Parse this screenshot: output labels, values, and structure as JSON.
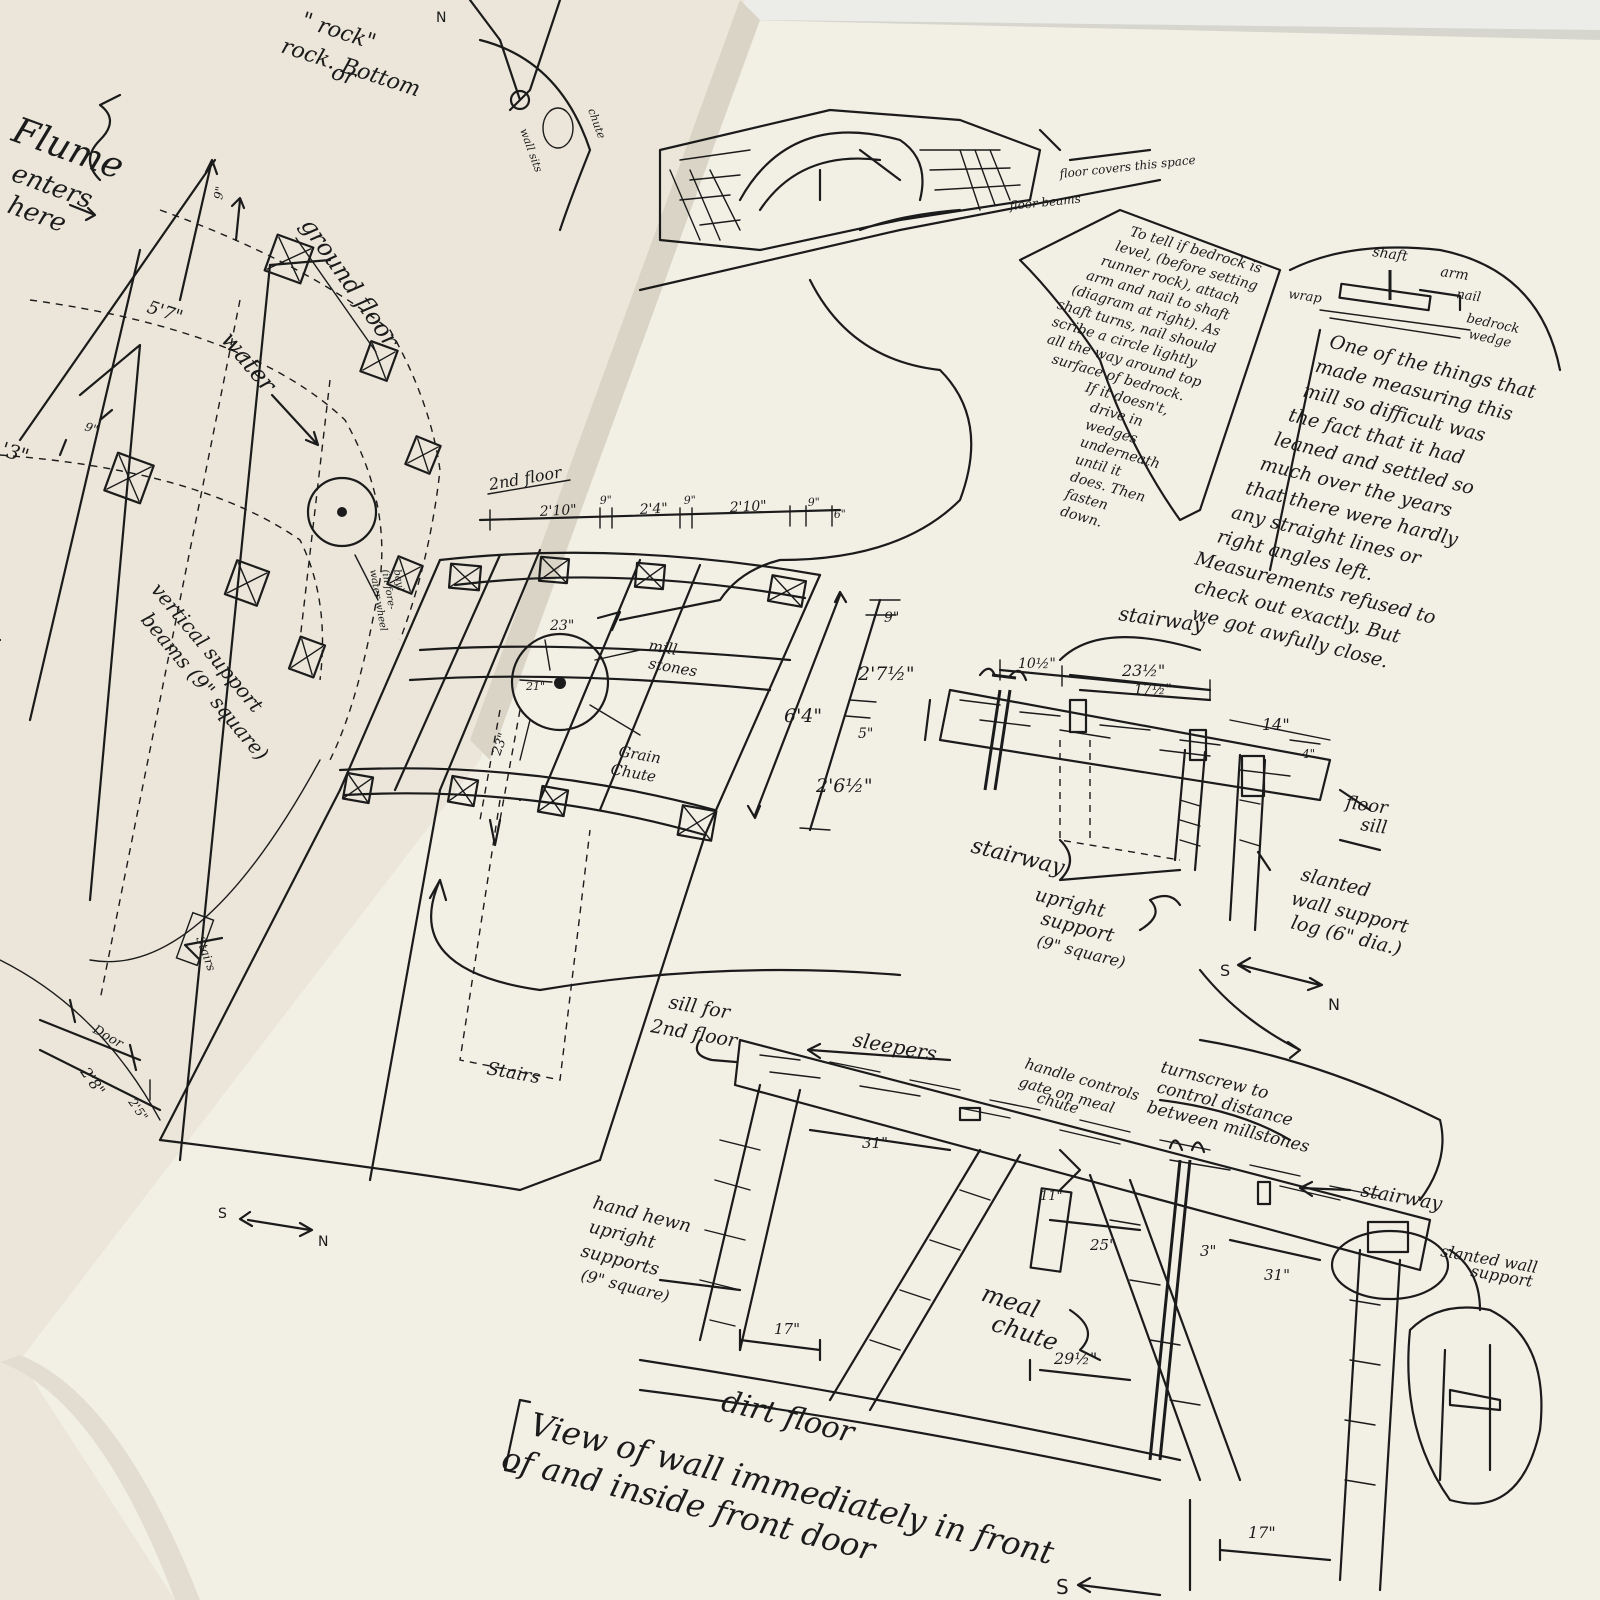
{
  "left_page": {
    "top_notes": [
      "\" rock\"",
      "rock. Bottom",
      "or"
    ],
    "flume_label": "Flume",
    "flume_sub": [
      "enters",
      "here"
    ],
    "ground_floor": "ground floor",
    "water": "water",
    "dim_9a": "9\"",
    "dim_57": "5'7\"",
    "dim_9b": "9\"",
    "dim_3": "'3\"",
    "waterwheel_note": [
      "water wheel",
      "(in fore-",
      "bay)"
    ],
    "beams_label": [
      "vertical support",
      "beams (9\" square)"
    ],
    "stairs": "Stairs",
    "door": "Door",
    "dim_28": "2'8\"",
    "dim_25": "2'5\""
  },
  "top_sketch": {
    "notes": [
      "floor covers this space",
      "floor beams"
    ],
    "bedrock_note": [
      "To tell if bedrock is",
      "level, (before setting",
      "runner rock), attach",
      "arm and nail to shaft",
      "(diagram at right). As",
      "shaft turns, nail should",
      "scribe a circle lightly",
      "all the way around top",
      "surface of bedrock.",
      "If it doesn't,",
      "drive in",
      "wedges",
      "underneath",
      "until it",
      "does. Then",
      "fasten",
      "down."
    ],
    "shaft": "shaft",
    "arm": "arm",
    "nail": "nail",
    "wrap": "wrap",
    "bedrock": "bedrock",
    "wedge": "wedge"
  },
  "measure_note": [
    "One of the things that",
    "made measuring this",
    "mill so difficult was",
    "the fact that it had",
    "leaned and settled so",
    "much over the years",
    "that there were hardly",
    "any straight lines or",
    "right angles left.",
    "Measurements refused to",
    "check out exactly. But",
    "we got awfully close."
  ],
  "second_floor": {
    "label": "2nd floor",
    "top_dims": [
      "2'10\"",
      "9\"",
      "2'4\"",
      "9\"",
      "2'10\"",
      "9\"",
      "6\""
    ],
    "dim_23a": "23\"",
    "dim_21": "21\"",
    "dim_23b": "23\"",
    "millstones": [
      "mill",
      "stones"
    ],
    "grain_chute": [
      "Grain",
      "Chute"
    ],
    "dim_9": "9\"",
    "dim_27": "2'7½\"",
    "dim_64": "6'4\"",
    "dim_5": "5\"",
    "dim_26": "2'6½\"",
    "stairs": "Stairs"
  },
  "stair_detail": {
    "stairway_top": "stairway",
    "dim_10": "10½\"",
    "dim_23": "23½\"",
    "dim_17": "17½\"",
    "dim_14": "14\"",
    "dim_4": "4\"",
    "floor_sill": [
      "floor",
      "sill"
    ],
    "stairway_left": "stairway",
    "slanted": [
      "slanted",
      "wall support",
      "log (6\" dia.)"
    ],
    "upright": [
      "upright",
      "support",
      "(9\" square)"
    ],
    "s": "S",
    "n": "N"
  },
  "wall_view": {
    "sill": [
      "sill for",
      "2nd floor"
    ],
    "sleepers": "sleepers",
    "handle": [
      "handle controls",
      "gate on meal",
      "chute"
    ],
    "turnscrew": [
      "turnscrew to",
      "control distance",
      "between millstones"
    ],
    "stairway": "stairway",
    "slanted": [
      "slanted wall",
      "support"
    ],
    "dim_31a": "31\"",
    "dim_11": "11\"",
    "dim_25": "25\"",
    "dim_3": "3\"",
    "dim_31b": "31\"",
    "hand_hewn": [
      "hand hewn",
      "upright",
      "supports",
      "(9\" square)"
    ],
    "meal_chute": [
      "meal",
      "chute"
    ],
    "dim_17a": "17\"",
    "dim_29": "29½\"",
    "dirt_floor": "dirt floor",
    "dim_17b": "17\"",
    "caption": [
      "View of wall immediately in front",
      "of and inside front door"
    ],
    "s": "S"
  },
  "compass_left": {
    "s": "S",
    "n": "N"
  }
}
